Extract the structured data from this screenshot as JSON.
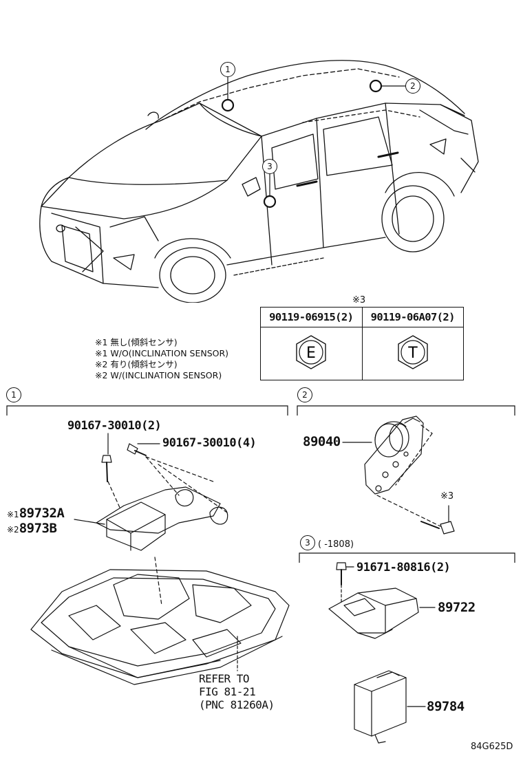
{
  "callouts": {
    "c1": "1",
    "c2": "2",
    "c3": "3"
  },
  "bolt_table": {
    "note_mark": "※3",
    "left_pn": "90119-06915(2)",
    "right_pn": "90119-06A07(2)",
    "left_letter": "E",
    "right_letter": "T"
  },
  "notes": [
    "※1 無し(傾斜センサ)",
    "※1 W/O(INCLINATION SENSOR)",
    "※2 有り(傾斜センサ)",
    "※2 W/(INCLINATION SENSOR)"
  ],
  "section1": {
    "label": "1",
    "bolt_a": "90167-30010(2)",
    "bolt_b": "90167-30010(4)",
    "part_a_mark": "※1",
    "part_a": "89732A",
    "part_b_mark": "※2",
    "part_b": "8973B",
    "refer_lines": [
      "REFER TO",
      "FIG 81-21",
      "(PNC 81260A)"
    ]
  },
  "section2": {
    "label": "2",
    "part": "89040",
    "bolt_mark": "※3"
  },
  "section3": {
    "label": "3",
    "range": "(      -1808)",
    "bolt": "91671-80816(2)",
    "part_a": "89722",
    "part_b": "89784"
  },
  "figure_code": "84G625D"
}
